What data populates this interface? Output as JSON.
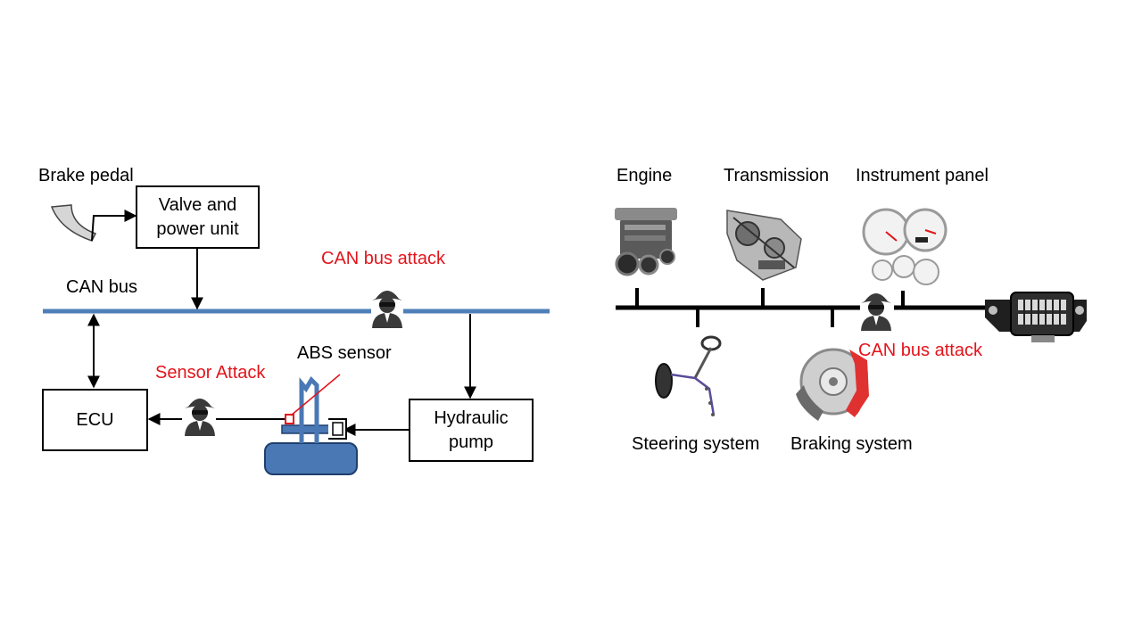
{
  "left_diagram": {
    "brake_pedal": "Brake pedal",
    "valve_unit": [
      "Valve and",
      "power unit"
    ],
    "can_bus": "CAN bus",
    "can_bus_attack": "CAN bus attack",
    "abs_sensor": "ABS sensor",
    "sensor_attack": "Sensor Attack",
    "ecu": "ECU",
    "hydraulic_pump": [
      "Hydraulic",
      "pump"
    ]
  },
  "right_diagram": {
    "engine": "Engine",
    "transmission": "Transmission",
    "instrument_panel": "Instrument panel",
    "steering_system": "Steering system",
    "braking_system": "Braking system",
    "can_bus_attack": "CAN bus attack"
  },
  "colors": {
    "attack_text": "#e3141b",
    "bus_line": "#4f7fb8",
    "abs_blue": "#4a78b4"
  },
  "icons": [
    "hacker-icon",
    "brake-pedal-icon",
    "engine-icon",
    "transmission-icon",
    "instrument-panel-icon",
    "steering-icon",
    "brake-disc-icon",
    "obd-connector-icon"
  ]
}
